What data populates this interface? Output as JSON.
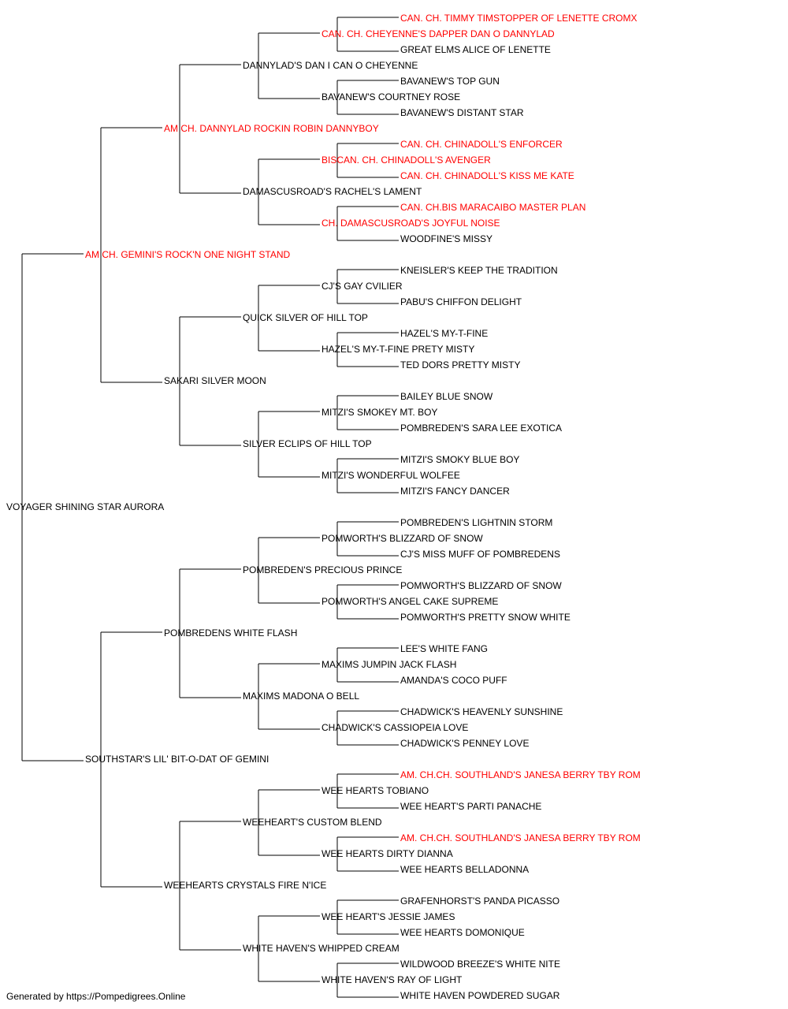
{
  "colors": {
    "champion": "#ff0000",
    "regular": "#000000",
    "line": "#000000"
  },
  "subject": {
    "name": "VOYAGER SHINING STAR AURORA",
    "champion": false
  },
  "ancestors": [
    {
      "name": "AM CH. GEMINI'S ROCK'N ONE NIGHT STAND",
      "champion": true
    },
    {
      "name": "AM CH. DANNYLAD ROCKIN ROBIN DANNYBOY",
      "champion": true
    },
    {
      "name": "DANNYLAD'S DAN I CAN O CHEYENNE",
      "champion": false
    },
    {
      "name": "CAN. CH. CHEYENNE'S DAPPER DAN O DANNYLAD",
      "champion": true
    },
    {
      "name": "CAN. CH. TIMMY TIMSTOPPER OF LENETTE CROMX",
      "champion": true
    },
    {
      "name": "GREAT ELMS ALICE OF LENETTE",
      "champion": false
    },
    {
      "name": "BAVANEW'S COURTNEY ROSE",
      "champion": false
    },
    {
      "name": "BAVANEW'S TOP GUN",
      "champion": false
    },
    {
      "name": "BAVANEW'S DISTANT STAR",
      "champion": false
    },
    {
      "name": "DAMASCUSROAD'S RACHEL'S LAMENT",
      "champion": false
    },
    {
      "name": "BISCAN. CH. CHINADOLL'S AVENGER",
      "champion": true
    },
    {
      "name": "CAN. CH. CHINADOLL'S ENFORCER",
      "champion": true
    },
    {
      "name": "CAN. CH. CHINADOLL'S KISS ME KATE",
      "champion": true
    },
    {
      "name": "CH. DAMASCUSROAD'S JOYFUL NOISE",
      "champion": true
    },
    {
      "name": "CAN. CH.BIS MARACAIBO MASTER PLAN",
      "champion": true
    },
    {
      "name": "WOODFINE'S MISSY",
      "champion": false
    },
    {
      "name": "SAKARI SILVER MOON",
      "champion": false
    },
    {
      "name": "QUICK SILVER OF HILL TOP",
      "champion": false
    },
    {
      "name": "CJ'S GAY CVILIER",
      "champion": false
    },
    {
      "name": "KNEISLER'S KEEP THE TRADITION",
      "champion": false
    },
    {
      "name": "PABU'S CHIFFON DELIGHT",
      "champion": false
    },
    {
      "name": "HAZEL'S MY-T-FINE PRETY MISTY",
      "champion": false
    },
    {
      "name": "HAZEL'S MY-T-FINE",
      "champion": false
    },
    {
      "name": "TED DORS PRETTY MISTY",
      "champion": false
    },
    {
      "name": "SILVER ECLIPS OF HILL TOP",
      "champion": false
    },
    {
      "name": "MITZI'S SMOKEY MT. BOY",
      "champion": false
    },
    {
      "name": "BAILEY BLUE SNOW",
      "champion": false
    },
    {
      "name": "POMBREDEN'S SARA LEE EXOTICA",
      "champion": false
    },
    {
      "name": "MITZI'S WONDERFUL WOLFEE",
      "champion": false
    },
    {
      "name": "MITZI'S SMOKY BLUE BOY",
      "champion": false
    },
    {
      "name": "MITZI'S FANCY DANCER",
      "champion": false
    },
    {
      "name": "SOUTHSTAR'S LIL' BIT-O-DAT OF GEMINI",
      "champion": false
    },
    {
      "name": "POMBREDENS WHITE FLASH",
      "champion": false
    },
    {
      "name": "POMBREDEN'S PRECIOUS PRINCE",
      "champion": false
    },
    {
      "name": "POMWORTH'S BLIZZARD OF SNOW",
      "champion": false
    },
    {
      "name": "POMBREDEN'S LIGHTNIN STORM",
      "champion": false
    },
    {
      "name": "CJ'S MISS MUFF OF POMBREDENS",
      "champion": false
    },
    {
      "name": "POMWORTH'S ANGEL CAKE SUPREME",
      "champion": false
    },
    {
      "name": "POMWORTH'S BLIZZARD OF SNOW",
      "champion": false
    },
    {
      "name": "POMWORTH'S PRETTY SNOW WHITE",
      "champion": false
    },
    {
      "name": "MAXIMS MADONA O BELL",
      "champion": false
    },
    {
      "name": "MAXIMS JUMPIN JACK FLASH",
      "champion": false
    },
    {
      "name": "LEE'S WHITE FANG",
      "champion": false
    },
    {
      "name": "AMANDA'S COCO PUFF",
      "champion": false
    },
    {
      "name": "CHADWICK'S CASSIOPEIA LOVE",
      "champion": false
    },
    {
      "name": "CHADWICK'S HEAVENLY SUNSHINE",
      "champion": false
    },
    {
      "name": "CHADWICK'S PENNEY LOVE",
      "champion": false
    },
    {
      "name": "WEEHEARTS CRYSTALS FIRE N'ICE",
      "champion": false
    },
    {
      "name": "WEEHEART'S CUSTOM BLEND",
      "champion": false
    },
    {
      "name": "WEE HEARTS TOBIANO",
      "champion": false
    },
    {
      "name": "AM. CH.CH. SOUTHLAND'S JANESA BERRY TBY ROM",
      "champion": true
    },
    {
      "name": "WEE HEART'S PARTI PANACHE",
      "champion": false
    },
    {
      "name": "WEE HEARTS DIRTY DIANNA",
      "champion": false
    },
    {
      "name": "AM. CH.CH. SOUTHLAND'S JANESA BERRY TBY ROM",
      "champion": true
    },
    {
      "name": "WEE HEARTS BELLADONNA",
      "champion": false
    },
    {
      "name": "WHITE HAVEN'S WHIPPED CREAM",
      "champion": false
    },
    {
      "name": "WEE HEART'S JESSIE JAMES",
      "champion": false
    },
    {
      "name": "GRAFENHORST'S PANDA PICASSO",
      "champion": false
    },
    {
      "name": "WEE HEARTS DOMONIQUE",
      "champion": false
    },
    {
      "name": "WHITE HAVEN'S RAY OF LIGHT",
      "champion": false
    },
    {
      "name": "WILDWOOD BREEZE'S WHITE NITE",
      "champion": false
    },
    {
      "name": "WHITE HAVEN POWDERED SUGAR",
      "champion": false
    }
  ],
  "footer": {
    "text": "Generated by https://Pompedigrees.Online"
  }
}
